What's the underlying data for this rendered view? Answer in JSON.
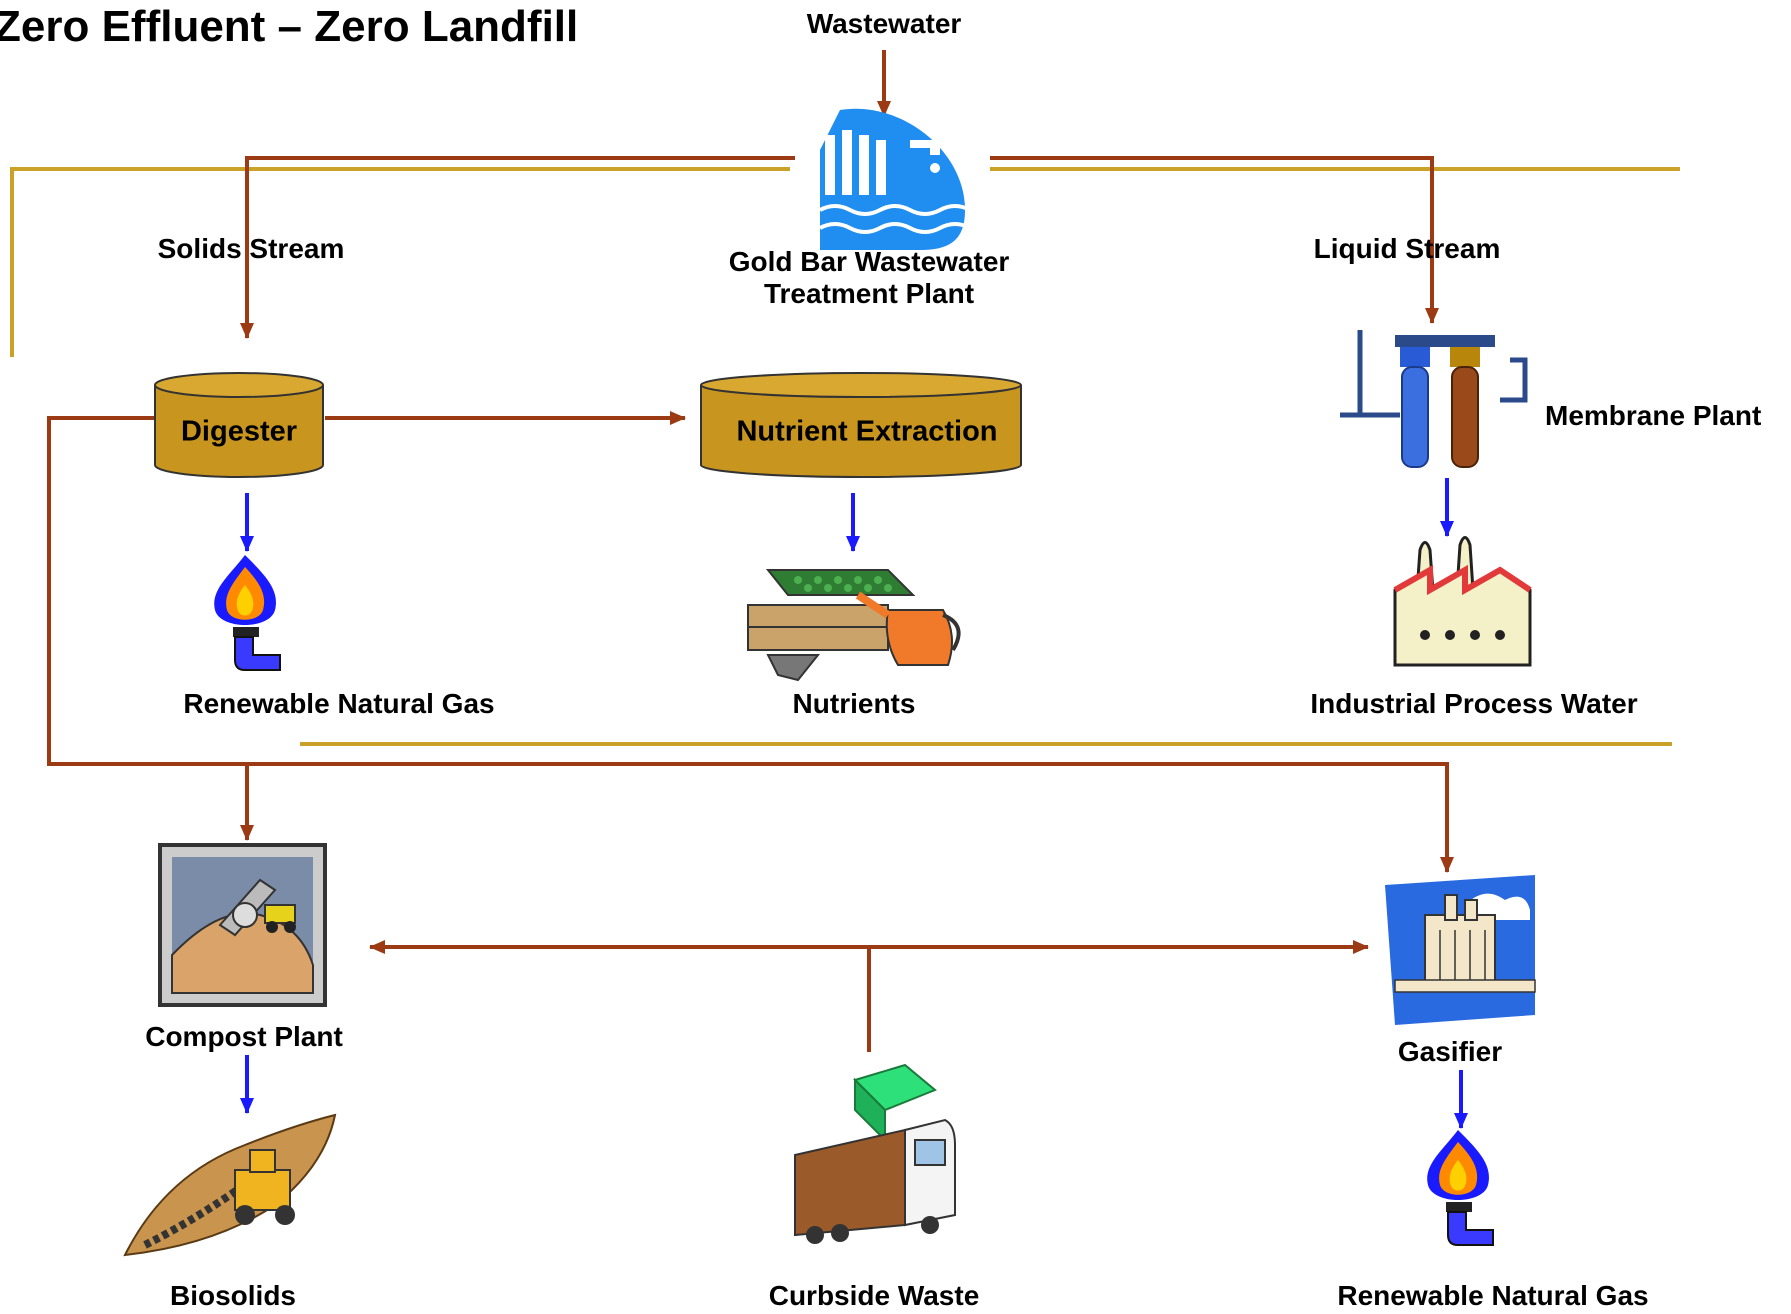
{
  "title": "Zero Effluent – Zero Landfill",
  "colors": {
    "flow_brown": "#9c3a14",
    "gold_line": "#c9a227",
    "output_blue": "#1a1aff",
    "tank_fill": "#c8961e"
  },
  "labels": {
    "wastewater": "Wastewater",
    "plant_line1": "Gold Bar Wastewater",
    "plant_line2": "Treatment Plant",
    "solids_stream": "Solids Stream",
    "liquid_stream": "Liquid Stream",
    "digester": "Digester",
    "nutrient_extraction": "Nutrient Extraction",
    "membrane_plant": "Membrane Plant",
    "rng_1": "Renewable Natural Gas",
    "nutrients": "Nutrients",
    "industrial_water": "Industrial Process Water",
    "compost_plant": "Compost Plant",
    "biosolids": "Biosolids",
    "curbside_waste": "Curbside Waste",
    "gasifier": "Gasifier",
    "rng_2": "Renewable Natural Gas"
  },
  "icons": [
    "wastewater-plant-icon",
    "gas-flame-icon",
    "seed-tray-icon",
    "water-filter-icon",
    "factory-icon",
    "compost-icon",
    "bulldozer-icon",
    "garbage-truck-icon",
    "power-plant-icon"
  ]
}
